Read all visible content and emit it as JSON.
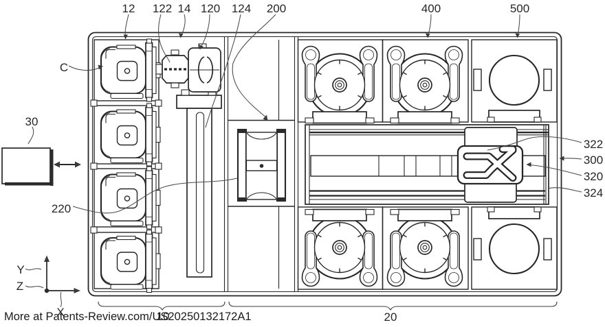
{
  "figure": {
    "kind": "patent-top-view-drawing",
    "watermark": "More at Patents-Review.com/US20250132172A1",
    "colors": {
      "line": "#262626",
      "leader": "#4a4a4a",
      "background": "#ffffff",
      "label_text": "#1b1b1b"
    }
  },
  "refs": {
    "r12": "12",
    "r122": "122",
    "r14": "14",
    "r120": "120",
    "r124": "124",
    "r200": "200",
    "r400": "400",
    "r500": "500",
    "rC": "C",
    "r30": "30",
    "r220": "220",
    "r322": "322",
    "r300": "300",
    "r320": "320",
    "r324": "324",
    "r10": "10",
    "r20": "20"
  },
  "axes": {
    "x": "X",
    "y": "Y",
    "z": "Z"
  }
}
